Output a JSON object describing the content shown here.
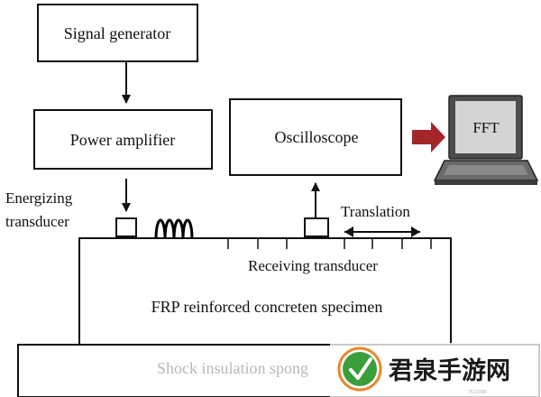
{
  "diagram": {
    "signal_generator": "Signal generator",
    "power_amplifier": "Power amplifier",
    "oscilloscope": "Oscilloscope",
    "fft": "FFT",
    "energizing_line1": "Energizing",
    "energizing_line2": "transducer",
    "translation": "Translation",
    "receiving_transducer": "Receiving transducer",
    "specimen": "FRP reinforced concreten specimen",
    "base": "Shock insulation spong"
  },
  "watermark": {
    "text": "君泉手游网",
    "small": "n.com"
  },
  "colors": {
    "stroke": "#111111",
    "arrow_red": "#a3262a",
    "laptop_screen": "#cfcfcf",
    "laptop_body": "#5a5a5a",
    "logo_green": "#3a9e3a",
    "logo_orange": "#e8892b"
  }
}
